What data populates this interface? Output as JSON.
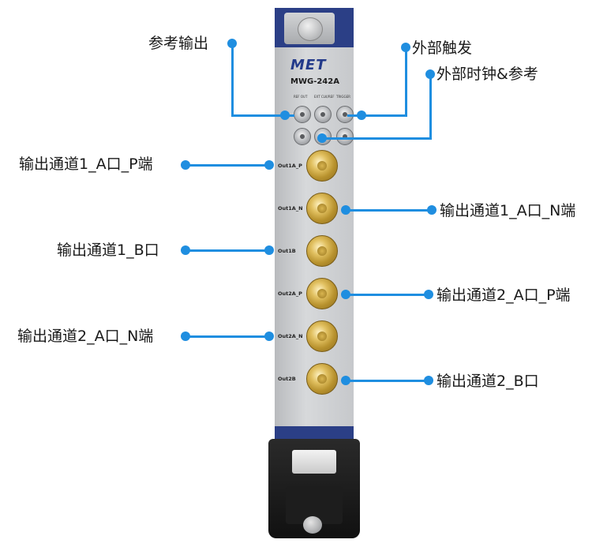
{
  "module": {
    "brand": "MET",
    "model": "MWG-242A",
    "top_ports": [
      "REF OUT",
      "EXT CLK/REF",
      "TRIGGER"
    ],
    "ports": [
      "Out1A_P",
      "Out1A_N",
      "Out1B",
      "Out2A_P",
      "Out2A_N",
      "Out2B"
    ]
  },
  "callouts": {
    "ref_out": "参考输出",
    "ext_trigger": "外部触发",
    "ext_clock_ref": "外部时钟&参考",
    "out1a_p": "输出通道1_A口_P端",
    "out1a_n": "输出通道1_A口_N端",
    "out1b": "输出通道1_B口",
    "out2a_p": "输出通道2_A口_P端",
    "out2a_n": "输出通道2_A口_N端",
    "out2b": "输出通道2_B口"
  },
  "colors": {
    "callout_line": "#1f8ee0",
    "rail": "#2b3f86",
    "gold": "#d4b04c"
  }
}
